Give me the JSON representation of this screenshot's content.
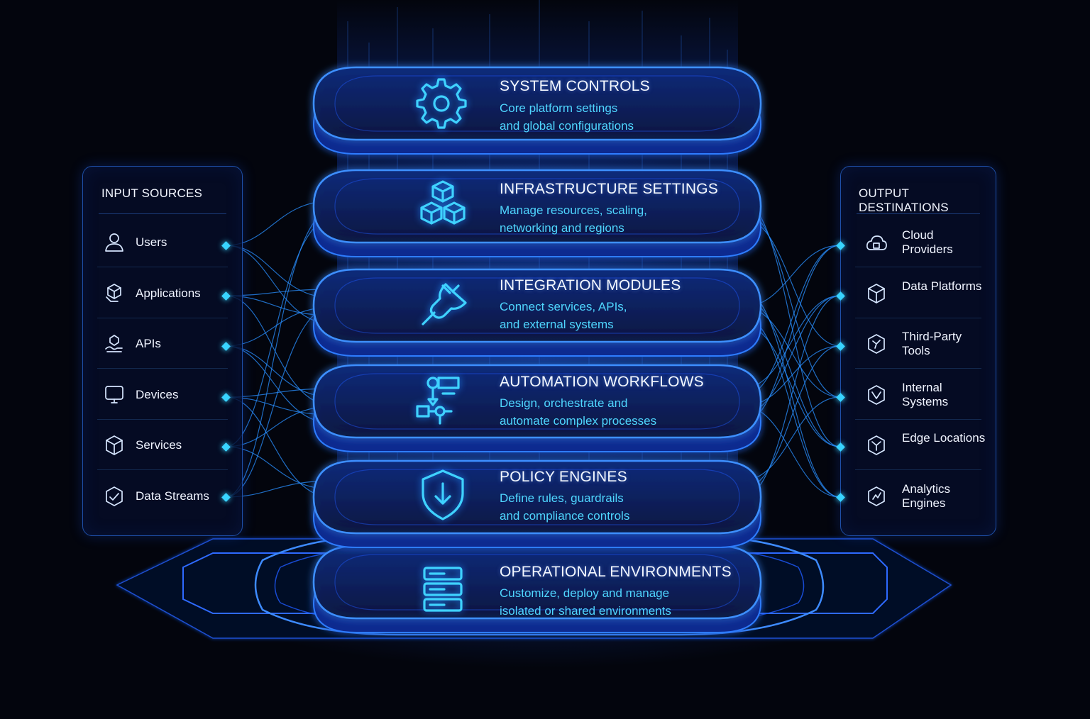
{
  "input_panel": {
    "title": "INPUT SOURCES",
    "items": [
      {
        "label": "Users",
        "icon": "user-icon"
      },
      {
        "label": "Applications",
        "icon": "applications-icon"
      },
      {
        "label": "APIs",
        "icon": "api-icon"
      },
      {
        "label": "Devices",
        "icon": "device-icon"
      },
      {
        "label": "Services",
        "icon": "services-icon"
      },
      {
        "label": "Data Streams",
        "icon": "data-streams-icon"
      }
    ]
  },
  "output_panel": {
    "title": "OUTPUT DESTINATIONS",
    "items": [
      {
        "label": "Cloud Providers",
        "icon": "cloud-icon"
      },
      {
        "label": "Data Platforms",
        "icon": "data-platform-icon"
      },
      {
        "label": "Third-Party Tools",
        "icon": "third-party-icon"
      },
      {
        "label": "Internal Systems",
        "icon": "internal-systems-icon"
      },
      {
        "label": "Edge Locations",
        "icon": "edge-icon"
      },
      {
        "label": "Analytics Engines",
        "icon": "analytics-icon"
      }
    ]
  },
  "layers": [
    {
      "title": "SYSTEM CONTROLS",
      "desc_line1": "Core platform settings",
      "desc_line2": "and global configurations",
      "icon": "gear-icon"
    },
    {
      "title": "INFRASTRUCTURE SETTINGS",
      "desc_line1": "Manage resources, scaling,",
      "desc_line2": "networking and regions",
      "icon": "cubes-icon"
    },
    {
      "title": "INTEGRATION MODULES",
      "desc_line1": "Connect services, APIs,",
      "desc_line2": "and external systems",
      "icon": "plug-icon"
    },
    {
      "title": "AUTOMATION WORKFLOWS",
      "desc_line1": "Design, orchestrate and",
      "desc_line2": "automate complex processes",
      "icon": "workflow-icon"
    },
    {
      "title": "POLICY ENGINES",
      "desc_line1": "Define rules, guardrails",
      "desc_line2": "and compliance controls",
      "icon": "shield-icon"
    },
    {
      "title": "OPERATIONAL ENVIRONMENTS",
      "desc_line1": "Customize, deploy and manage",
      "desc_line2": "isolated or shared environments",
      "icon": "server-icon"
    }
  ],
  "colors": {
    "background": "#03050d",
    "accent_cyan": "#38d4ff",
    "accent_blue": "#1f6bff",
    "panel_border": "#1e4fa8"
  }
}
